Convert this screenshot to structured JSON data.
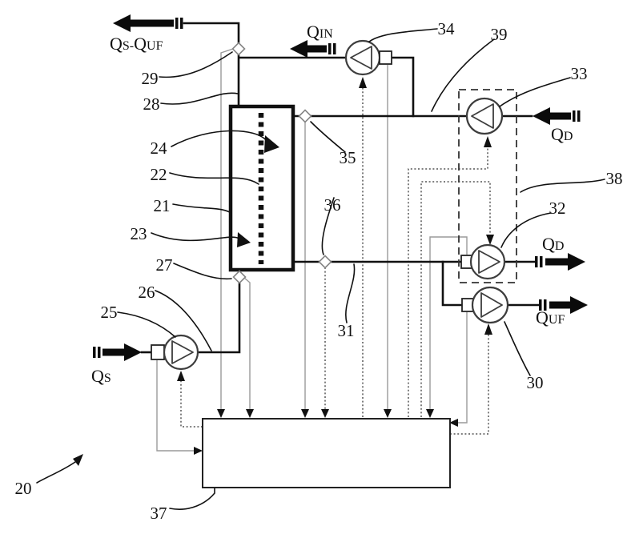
{
  "figure": {
    "reference_numerals": {
      "n20": "20",
      "n21": "21",
      "n22": "22",
      "n23": "23",
      "n24": "24",
      "n25": "25",
      "n26": "26",
      "n27": "27",
      "n28": "28",
      "n29": "29",
      "n30": "30",
      "n31": "31",
      "n32": "32",
      "n33": "33",
      "n34": "34",
      "n35": "35",
      "n36": "36",
      "n37": "37",
      "n38": "38",
      "n39": "39"
    },
    "flow_labels": {
      "qs_quf": {
        "p1": "Q",
        "p2": "S-",
        "p3": "Q",
        "p4": "UF"
      },
      "qin": {
        "p1": "Q",
        "p2": "IN"
      },
      "qd_in": {
        "p1": "Q",
        "p2": "D"
      },
      "qd_out": {
        "p1": "Q",
        "p2": "D"
      },
      "quf": {
        "p1": "Q",
        "p2": "UF"
      },
      "qs": {
        "p1": "Q",
        "p2": "S"
      }
    },
    "colors": {
      "line": "#111111",
      "signal_gray": "#9a9a9a",
      "control_dotted": "#555555",
      "background": "#ffffff"
    }
  }
}
